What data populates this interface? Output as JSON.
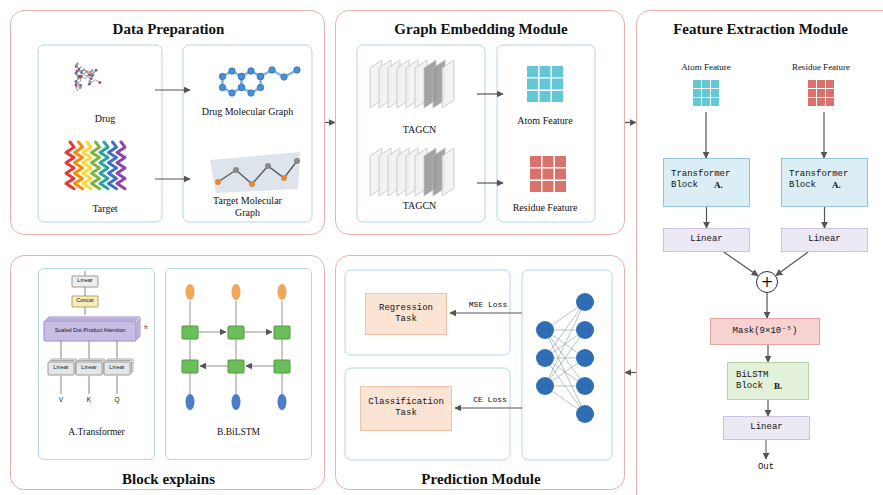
{
  "diagram": {
    "nodes": [
      {
        "text": [
          "Data Preparation"
        ]
      },
      {
        "text": [
          "Drug"
        ],
        "in": 0
      },
      {
        "text": [
          "Target"
        ],
        "in": 0
      },
      {
        "text": [
          "Drug Molecular Graph"
        ],
        "in": 0
      },
      {
        "text": [
          "Target Molecular Graph"
        ],
        "in": 0
      },
      {
        "text": [
          "Graph Embedding Module"
        ]
      },
      {
        "text": [
          "TAGCN"
        ],
        "in": 5
      },
      {
        "text": [
          "TAGCN"
        ],
        "in": 5
      },
      {
        "text": [
          "Atom Feature"
        ],
        "in": 5
      },
      {
        "text": [
          "Residue Feature"
        ],
        "in": 5
      },
      {
        "text": [
          "Feature Extraction Module"
        ]
      },
      {
        "text": [
          "Atom Feature"
        ],
        "in": 10
      },
      {
        "text": [
          "Residue Feature"
        ],
        "in": 10
      },
      {
        "text": [
          "Transformer Block",
          "A."
        ],
        "in": 10
      },
      {
        "text": [
          "Transformer Block",
          "A."
        ],
        "in": 10
      },
      {
        "text": [
          "Linear"
        ],
        "in": 10
      },
      {
        "text": [
          "Linear"
        ],
        "in": 10
      },
      {
        "text": [
          "+"
        ],
        "in": 10
      },
      {
        "text": [
          "Mask(9×10⁻⁵)"
        ],
        "in": 10
      },
      {
        "text": [
          "BiLSTM Block",
          "B."
        ],
        "in": 10
      },
      {
        "text": [
          "Linear"
        ],
        "in": 10
      },
      {
        "text": [
          "Block explains"
        ]
      },
      {
        "text": [
          "A.Transformer"
        ],
        "in": 21
      },
      {
        "text": [
          "B.BiLSTM"
        ],
        "in": 21
      },
      {
        "text": [
          "Prediction Module"
        ]
      },
      {
        "text": [
          "Regression Task"
        ],
        "in": 24
      },
      {
        "text": [
          "Classification Task"
        ],
        "in": 24
      }
    ],
    "edges": [
      {
        "from": 1,
        "to": 3,
        "arrow": "to"
      },
      {
        "from": 2,
        "to": 4,
        "arrow": "to"
      },
      {
        "from": 6,
        "to": 8,
        "arrow": "to"
      },
      {
        "from": 7,
        "to": 9,
        "arrow": "to"
      },
      {
        "from": 0,
        "to": 5,
        "arrow": "to"
      },
      {
        "from": 5,
        "to": 10,
        "arrow": "to"
      },
      {
        "from": 11,
        "to": 13,
        "arrow": "to"
      },
      {
        "from": 12,
        "to": 14,
        "arrow": "to"
      },
      {
        "from": 13,
        "to": 15,
        "arrow": "to"
      },
      {
        "from": 14,
        "to": 16,
        "arrow": "to"
      },
      {
        "from": 15,
        "to": 17,
        "arrow": "to"
      },
      {
        "from": 16,
        "to": 17,
        "arrow": "to"
      },
      {
        "from": 17,
        "to": 18,
        "arrow": "to"
      },
      {
        "from": 18,
        "to": 19,
        "arrow": "to"
      },
      {
        "from": 19,
        "to": 20,
        "arrow": "to"
      },
      {
        "from": 10,
        "to": 24,
        "arrow": "to"
      }
    ],
    "labels": [
      "MSE Loss",
      "CE Loss",
      "Out",
      "Linear",
      "Concat",
      "Scaled Dot-Product Attention",
      "Linear",
      "Linear",
      "Linear",
      "V",
      "K",
      "Q",
      "h"
    ]
  }
}
